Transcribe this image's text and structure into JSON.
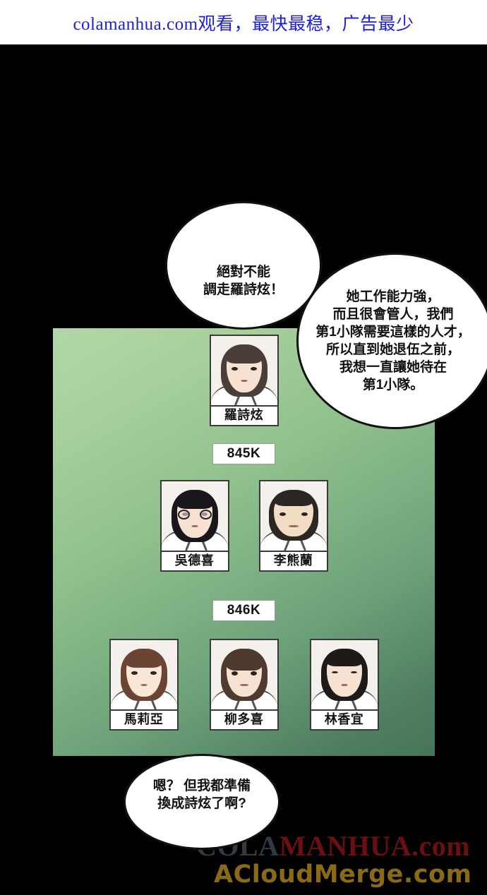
{
  "promo": {
    "text": "colamanhua.com观看，最快最稳，广告最少",
    "color": "#1d1ddd",
    "background": "#ffffff"
  },
  "panel": {
    "label": "team-roster-panel",
    "gradient_from": "#b3d7a8",
    "gradient_to": "#46755a",
    "badges": [
      {
        "label": "845K"
      },
      {
        "label": "846K"
      }
    ],
    "rows": [
      {
        "members": [
          {
            "name": "羅詩炫",
            "hair": "#4a3f38",
            "hair_front": "#4a3f38",
            "skin": "#f7e2d2",
            "glasses": false
          }
        ]
      },
      {
        "members": [
          {
            "name": "吳德喜",
            "hair": "#19171b",
            "hair_front": "#19171b",
            "skin": "#f7e2d2",
            "glasses": true
          },
          {
            "name": "李熊蘭",
            "hair": "#2b2622",
            "hair_front": "#2b2622",
            "skin": "#f2dcc4",
            "glasses": false
          }
        ]
      },
      {
        "members": [
          {
            "name": "馬莉亞",
            "hair": "#6b4433",
            "hair_front": "#6b4433",
            "skin": "#f9e6d6",
            "glasses": false
          },
          {
            "name": "柳多喜",
            "hair": "#4f3a30",
            "hair_front": "#4f3a30",
            "skin": "#f7e2d2",
            "glasses": false
          },
          {
            "name": "林香宜",
            "hair": "#1d1a18",
            "hair_front": "#1d1a18",
            "skin": "#f7e2d2",
            "glasses": false
          }
        ]
      }
    ]
  },
  "bubbles": {
    "bubble_1": "絕對不能\n調走羅詩炫！",
    "bubble_2": "她工作能力強，\n而且很會管人，我們\n第1小隊需要這樣的人才，\n所以直到她退伍之前，\n我想一直讓她待在\n第1小隊。",
    "bubble_3": "嗯？ 但我都準備\n換成詩炫了啊?"
  },
  "watermarks": {
    "cola_prefix": "COLA",
    "cola_suffix": "MANHUA.com",
    "acloud": "ACloudMerge.com"
  }
}
